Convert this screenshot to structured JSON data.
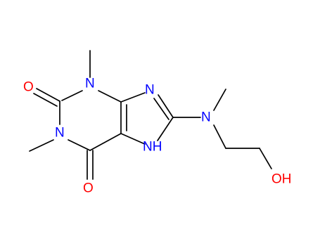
{
  "colors": {
    "background": "#ffffff",
    "bond": "#000000",
    "oxygen": "#ff0000",
    "nitrogen": "#0000ff"
  },
  "atoms": {
    "o_top": "O",
    "o_bottom": "O",
    "n_methyl_upper": "N",
    "n_methyl_lower": "N",
    "n_imine": "N",
    "n_amine": "N",
    "nh": "NH",
    "oh": "OH"
  }
}
